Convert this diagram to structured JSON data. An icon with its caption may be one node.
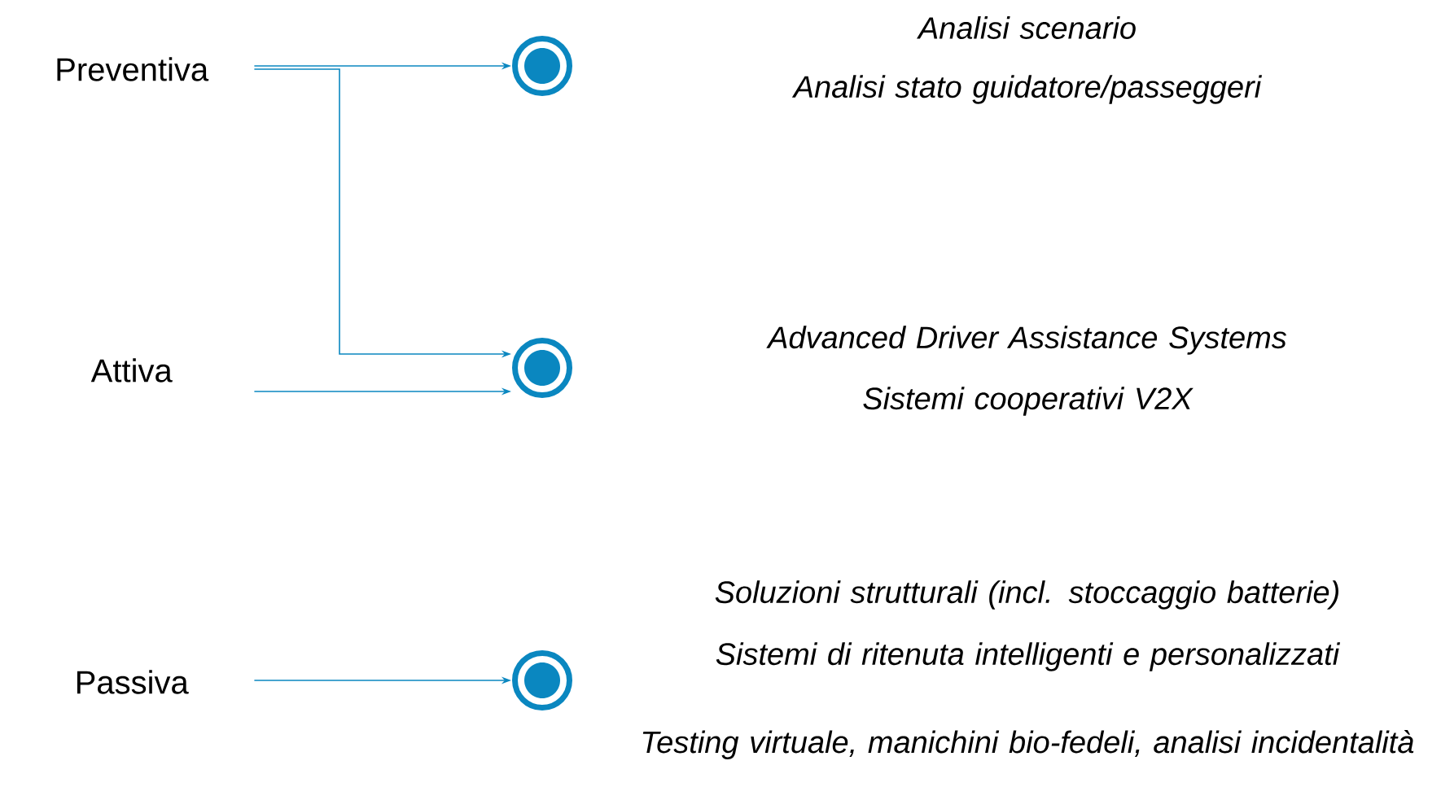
{
  "diagram": {
    "nodes": [
      {
        "text": [
          "Preventiva"
        ]
      },
      {
        "text": [
          "Attiva"
        ]
      },
      {
        "text": [
          "Passiva"
        ]
      },
      {
        "text": [],
        "shape": "circle",
        "beside": [
          "Analisi scenario",
          "Analisi stato guidatore/passeggeri"
        ]
      },
      {
        "text": [],
        "shape": "circle",
        "beside": [
          "Advanced Driver Assistance Systems",
          "Sistemi cooperativi V2X"
        ]
      },
      {
        "text": [],
        "shape": "circle",
        "beside": [
          "Soluzioni strutturali (incl. stoccaggio  batterie)",
          "Sistemi di ritenuta intelligenti e personalizzati",
          "Testing virtuale, manichini bio-fedeli, analisi incidentalità"
        ]
      }
    ],
    "edges": [
      {
        "from": 0,
        "to": 3,
        "arrow": "to"
      },
      {
        "from": 0,
        "to": 4,
        "arrow": "to"
      },
      {
        "from": 1,
        "to": 4,
        "arrow": "to"
      },
      {
        "from": 2,
        "to": 5,
        "arrow": "to"
      }
    ]
  }
}
